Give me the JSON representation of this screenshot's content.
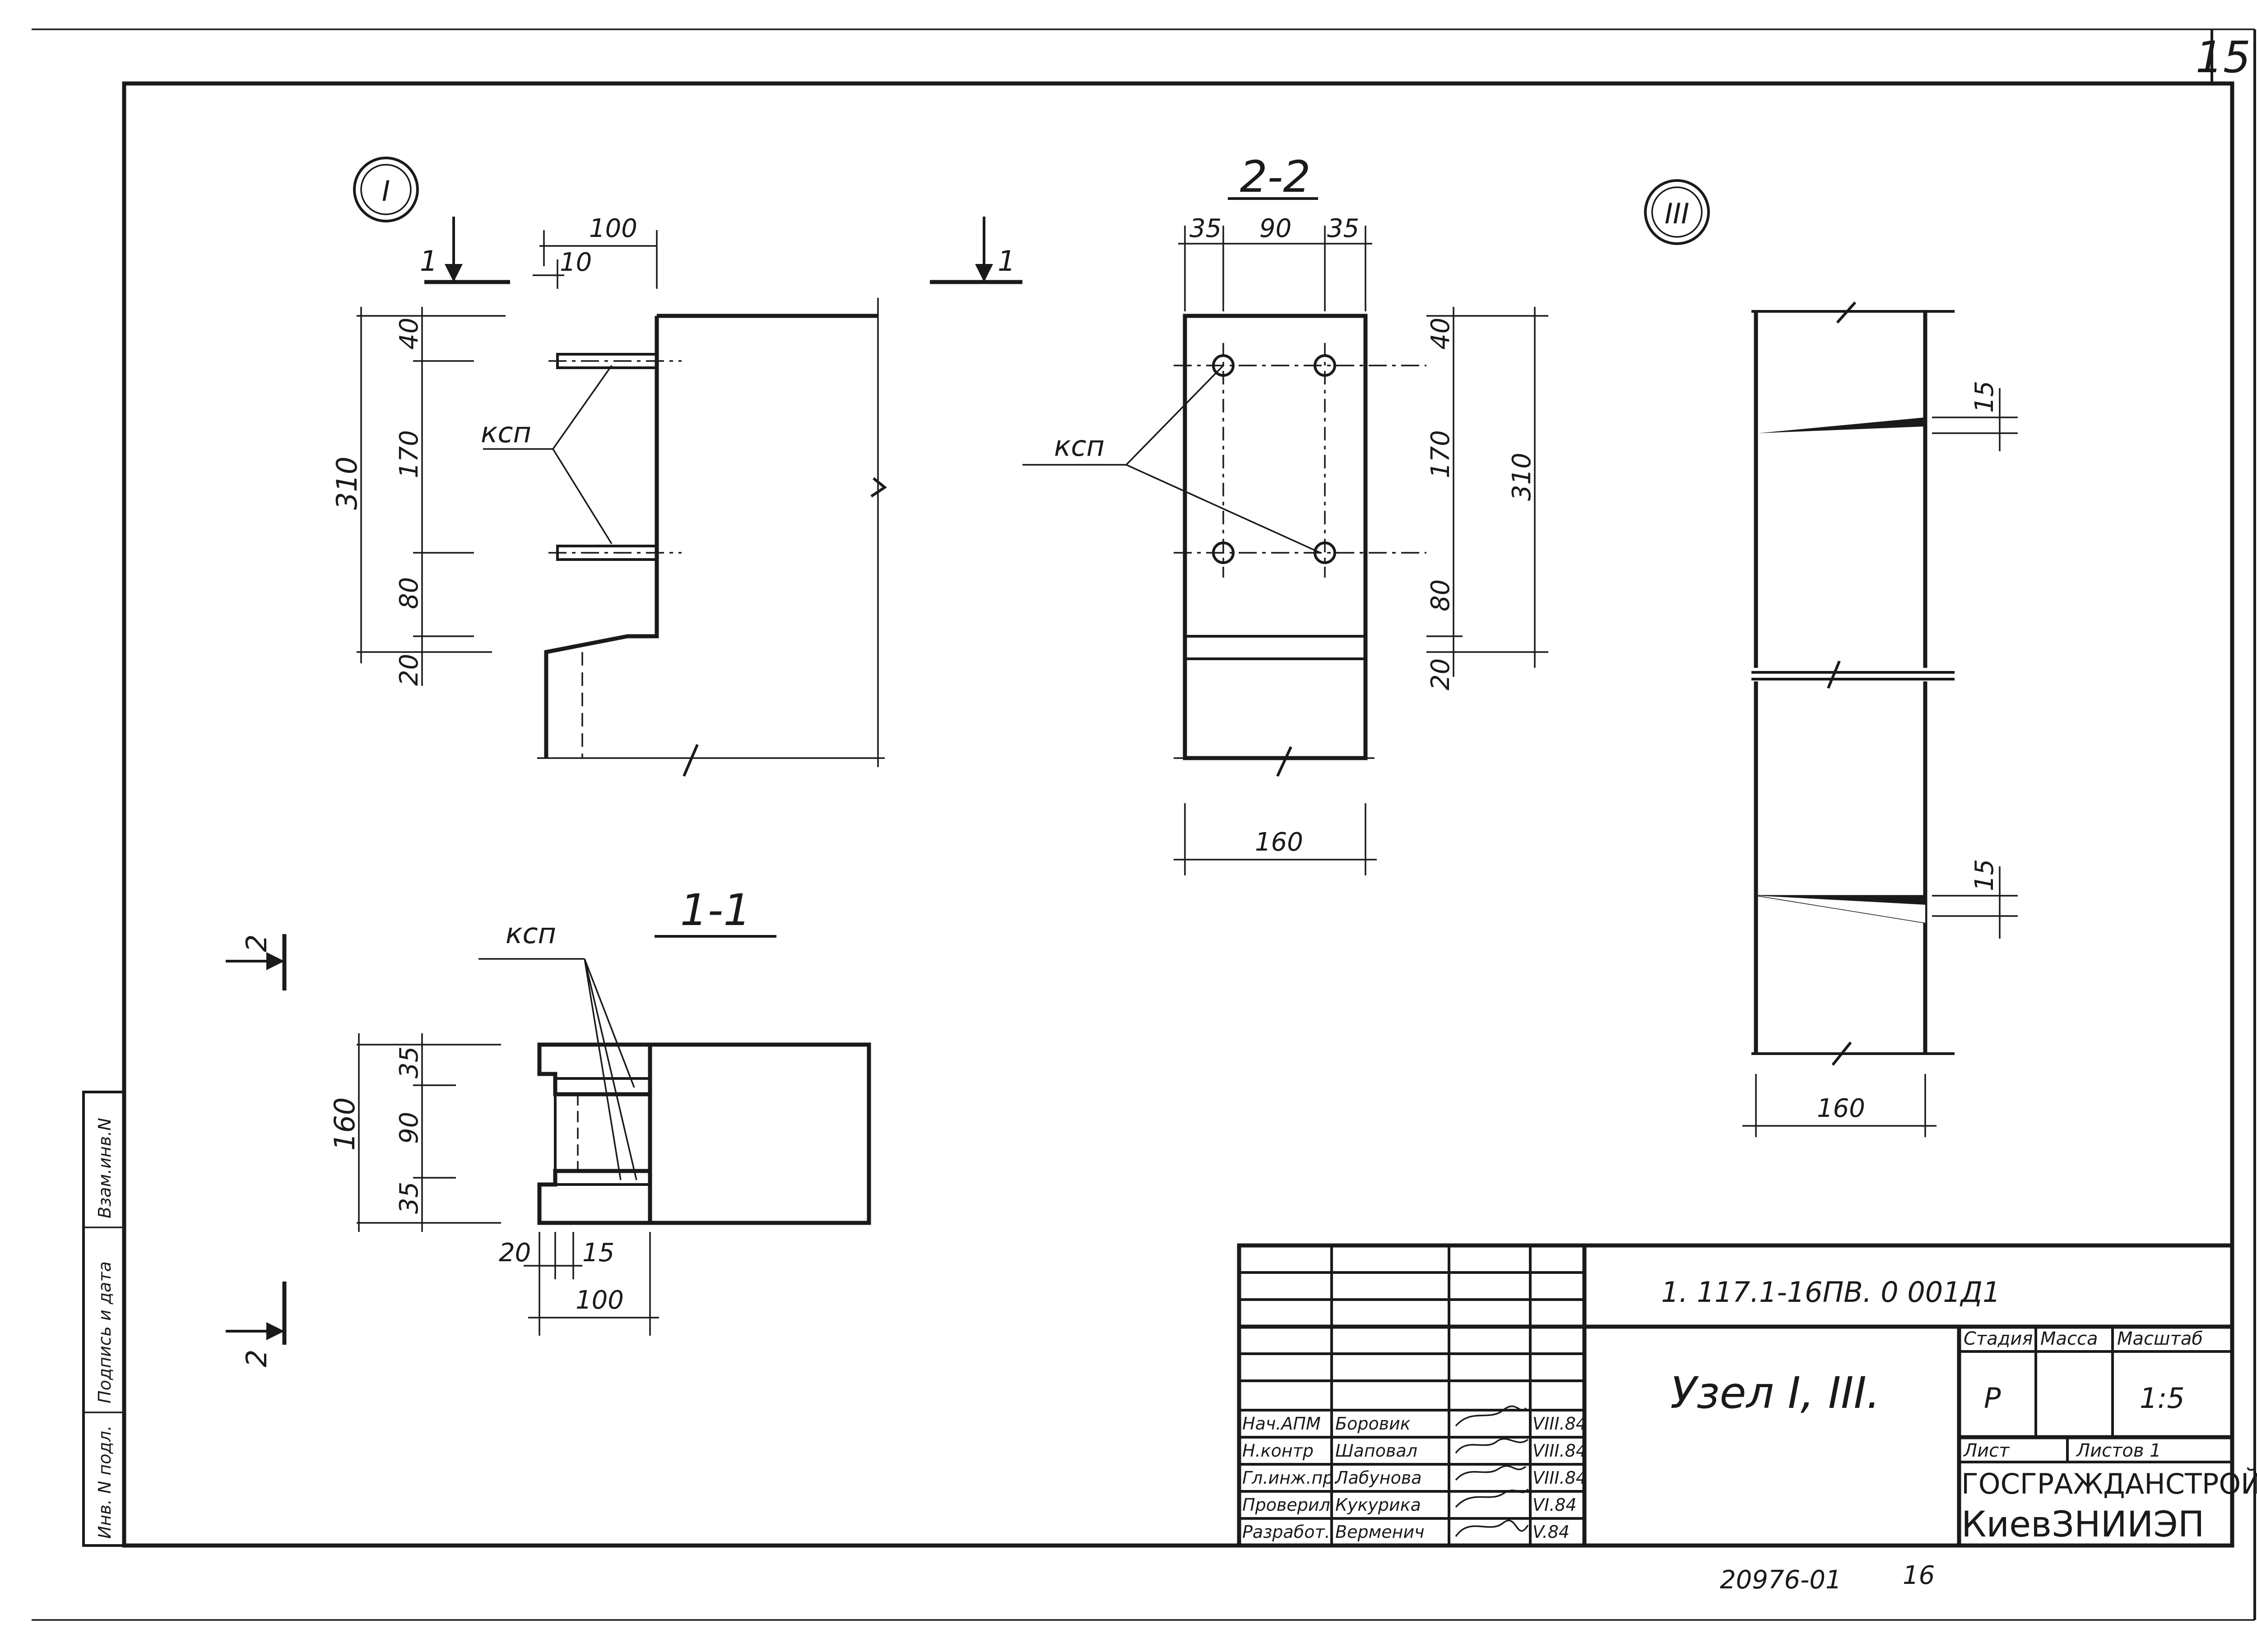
{
  "sheet_number": "15",
  "side_stamp": {
    "ref_number": "Взам.инв.N",
    "signature_date": "Подпись и дата",
    "inventory_original": "Инв. N подл."
  },
  "view_I": {
    "marker": "I",
    "section_mark": "1",
    "dims": {
      "top_total": "100",
      "top_small": "10",
      "total_height": "310",
      "d40": "40",
      "d170": "170",
      "d80": "80",
      "d20": "20"
    },
    "callout": "ксп"
  },
  "view_2_2": {
    "title": "2-2",
    "dims": {
      "d35a": "35",
      "d90": "90",
      "d35b": "35",
      "d40": "40",
      "d170": "170",
      "d310": "310",
      "d80": "80",
      "d20": "20",
      "width": "160"
    },
    "callout": "ксп"
  },
  "view_III": {
    "marker": "III",
    "dims": {
      "top_gap": "15",
      "bottom_gap": "15",
      "width": "160"
    }
  },
  "view_1_1": {
    "title": "1-1",
    "section_mark": "2",
    "callout": "ксп",
    "dims": {
      "d160": "160",
      "d35a": "35",
      "d90": "90",
      "d35b": "35",
      "d20": "20",
      "d15": "15",
      "d100": "100"
    }
  },
  "title_block": {
    "doc_code": "1. 117.1-16ПВ. 0   001Д1",
    "name": "Узел  I, III.",
    "stage_label": "Стадия",
    "stage_value": "Р",
    "mass_label": "Масса",
    "scale_label": "Масштаб",
    "scale_value": "1:5",
    "sheet_label": "Лист",
    "sheets_label": "Листов 1",
    "org_line1": "ГОСГРАЖДАНСТРОЙ",
    "org_line2": "КиевЗНИИЭП",
    "people": [
      {
        "role": "Нач.АПМ",
        "name": "Боровик",
        "date": "VIII.84"
      },
      {
        "role": "Н.контр",
        "name": "Шаповал",
        "date": "VIII.84"
      },
      {
        "role": "Гл.инж.пр.",
        "name": "Лабунова",
        "date": "VIII.84"
      },
      {
        "role": "Проверил",
        "name": "Кукурика",
        "date": "VI.84"
      },
      {
        "role": "Разработ.",
        "name": "Верменич",
        "date": "V.84"
      }
    ]
  },
  "footer": {
    "archive_number": "20976-01",
    "page": "16"
  }
}
